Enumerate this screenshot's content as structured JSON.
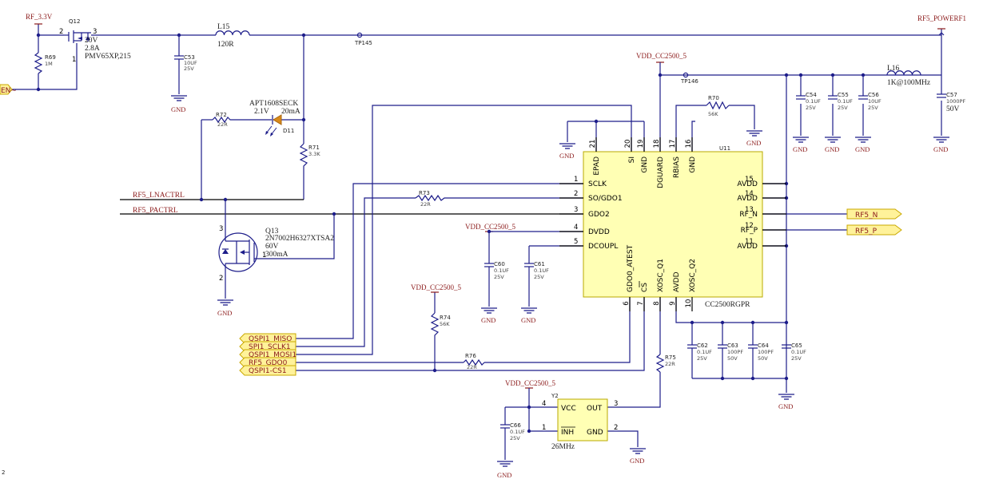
{
  "power": {
    "rf_3v3": "RF_3.3V",
    "rf5_power": "RF5_POWERF1",
    "vdd_u11": "VDD_CC2500_5",
    "vdd_c60": "VDD_CC2500_5",
    "vdd_r74": "VDD_CC2500_5",
    "vdd_y2": "VDD_CC2500_5",
    "gnd": "GND"
  },
  "nets": {
    "lnactrl": "RF5_LNACTRL",
    "pactrl": "RF5_PACTRL"
  },
  "ports": {
    "en": "EN~",
    "rf5_n": "RF5_N",
    "rf5_p": "RF5_P",
    "miso": "QSPI1_MISO",
    "sclk": "SPI1_SCLK1",
    "mosi": "QSPI1_MOSI1",
    "gdo0": "RF5_GDO0",
    "cs": "QSPI1-CS1"
  },
  "testpoints": {
    "tp145": "TP145",
    "tp146": "TP146"
  },
  "q12": {
    "ref": "Q12",
    "v": "20V",
    "i": "2.8A",
    "part": "PMV65XP,215",
    "p1": "1",
    "p2": "2",
    "p3": "3"
  },
  "q13": {
    "ref": "Q13",
    "part": "2N7002H6327XTSA2",
    "v": "60V",
    "i": "300mA",
    "p1": "1",
    "p2": "2",
    "p3": "3"
  },
  "l15": {
    "ref": "L15",
    "val": "120R"
  },
  "l16": {
    "ref": "L16",
    "val": "1K@100MHz"
  },
  "d11": {
    "ref": "D11",
    "part": "APT1608SECK",
    "v": "2.1V",
    "i": "20mA"
  },
  "resistors": {
    "r69": {
      "ref": "R69",
      "val": "1M"
    },
    "r70": {
      "ref": "R70",
      "val": "56K"
    },
    "r71": {
      "ref": "R71",
      "val": "3.3K"
    },
    "r72": {
      "ref": "R72",
      "val": "22R"
    },
    "r73": {
      "ref": "R73",
      "val": "22R"
    },
    "r74": {
      "ref": "R74",
      "val": "56K"
    },
    "r75": {
      "ref": "R75",
      "val": "22R"
    },
    "r76": {
      "ref": "R76",
      "val": "22R"
    }
  },
  "caps": {
    "c53": {
      "ref": "C53",
      "val": "10UF",
      "volt": "25V"
    },
    "c54": {
      "ref": "C54",
      "val": "0.1UF",
      "volt": "25V"
    },
    "c55": {
      "ref": "C55",
      "val": "0.1UF",
      "volt": "25V"
    },
    "c56": {
      "ref": "C56",
      "val": "10UF",
      "volt": "25V"
    },
    "c57": {
      "ref": "C57",
      "val": "1000PF",
      "volt": "50V"
    },
    "c60": {
      "ref": "C60",
      "val": "0.1UF",
      "volt": "25V"
    },
    "c61": {
      "ref": "C61",
      "val": "0.1UF",
      "volt": "25V"
    },
    "c62": {
      "ref": "C62",
      "val": "0.1UF",
      "volt": "25V"
    },
    "c63": {
      "ref": "C63",
      "val": "100PF",
      "volt": "50V"
    },
    "c64": {
      "ref": "C64",
      "val": "100PF",
      "volt": "50V"
    },
    "c65": {
      "ref": "C65",
      "val": "0.1UF",
      "volt": "25V"
    },
    "c66": {
      "ref": "C66",
      "val": "0.1UF",
      "volt": "25V"
    }
  },
  "u11": {
    "ref": "U11",
    "part": "CC2500RGPR",
    "left_pins": [
      {
        "num": "1",
        "name": "SCLK"
      },
      {
        "num": "2",
        "name": "SO/GDO1"
      },
      {
        "num": "3",
        "name": "GDO2"
      },
      {
        "num": "4",
        "name": "DVDD"
      },
      {
        "num": "5",
        "name": "DCOUPL"
      }
    ],
    "right_pins": [
      {
        "num": "15",
        "name": "AVDD"
      },
      {
        "num": "14",
        "name": "AVDD"
      },
      {
        "num": "13",
        "name": "RF_N"
      },
      {
        "num": "12",
        "name": "RF_P"
      },
      {
        "num": "11",
        "name": "AVDD"
      }
    ],
    "top_pins": [
      {
        "num": "21",
        "name": "EPAD"
      },
      {
        "num": "20",
        "name": "SI"
      },
      {
        "num": "19",
        "name": "GND"
      },
      {
        "num": "18",
        "name": "DGUARD"
      },
      {
        "num": "17",
        "name": "RBIAS"
      },
      {
        "num": "16",
        "name": "GND"
      }
    ],
    "bottom_pins": [
      {
        "num": "6",
        "name": "GDO0_ATEST"
      },
      {
        "num": "7",
        "name": "CS"
      },
      {
        "num": "8",
        "name": "XOSC_Q1"
      },
      {
        "num": "9",
        "name": "AVDD"
      },
      {
        "num": "10",
        "name": "XOSC_Q2"
      }
    ]
  },
  "y2": {
    "ref": "Y2",
    "freq": "26MHz",
    "pins": {
      "vcc": "VCC",
      "out": "OUT",
      "inh": "INH",
      "gnd": "GND"
    },
    "nums": {
      "vcc": "4",
      "out": "3",
      "inh": "1",
      "gnd": "2"
    }
  },
  "page_num": "2",
  "colors": {
    "wire": "#1d1d8a",
    "net": "#8b1a1a",
    "chip": "#ffffb4",
    "port": "#fff29a"
  }
}
